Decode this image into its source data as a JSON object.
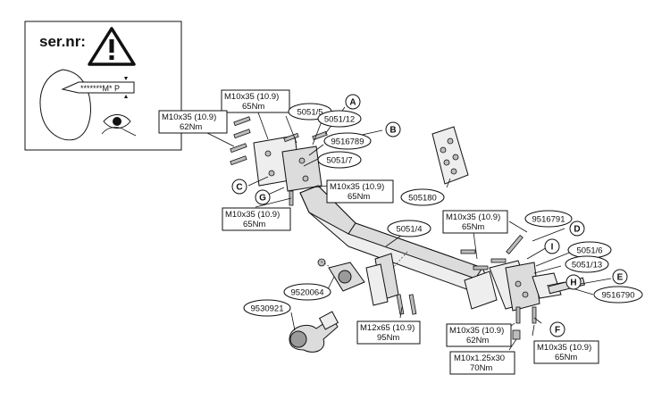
{
  "serial_panel": {
    "title": "ser.nr:",
    "plate_text": "*******M* P",
    "warning_icon": "warning-triangle-icon",
    "eye_icon": "eye-icon"
  },
  "torque_labels": {
    "top_a_line1": "M10x35 (10.9)",
    "top_a_line2": "65Nm",
    "top_b_line1": "M10x35 (10.9)",
    "top_b_line2": "62Nm",
    "mid_right_line1": "M10x35 (10.9)",
    "mid_right_line2": "65Nm",
    "left_low_line1": "M10x35 (10.9)",
    "left_low_line2": "65Nm",
    "right_top_line1": "M10x35 (10.9)",
    "right_top_line2": "65Nm",
    "center_low_line1": "M12x65 (10.9)",
    "center_low_line2": "95Nm",
    "right_low_a_line1": "M10x35 (10.9)",
    "right_low_a_line2": "62Nm",
    "right_low_b_line1": "M10x1.25x30",
    "right_low_b_line2": "70Nm",
    "right_low_c_line1": "M10x35 (10.9)",
    "right_low_c_line2": "65Nm"
  },
  "part_numbers": {
    "p5051_5": "5051/5",
    "p5051_12": "5051/12",
    "p9516789": "9516789",
    "p5051_7": "5051/7",
    "p505180": "505180",
    "p5051_4": "5051/4",
    "p9516791": "9516791",
    "p5051_6": "5051/6",
    "p5051_13": "5051/13",
    "p9516790": "9516790",
    "p9520064": "9520064",
    "p9530921": "9530921"
  },
  "callouts": {
    "A": "A",
    "B": "B",
    "C": "C",
    "G": "G",
    "D": "D",
    "I": "I",
    "H": "H",
    "E": "E",
    "F": "F"
  },
  "colors": {
    "line": "#111111",
    "part_fill": "#dcdcdc",
    "background": "#ffffff"
  }
}
